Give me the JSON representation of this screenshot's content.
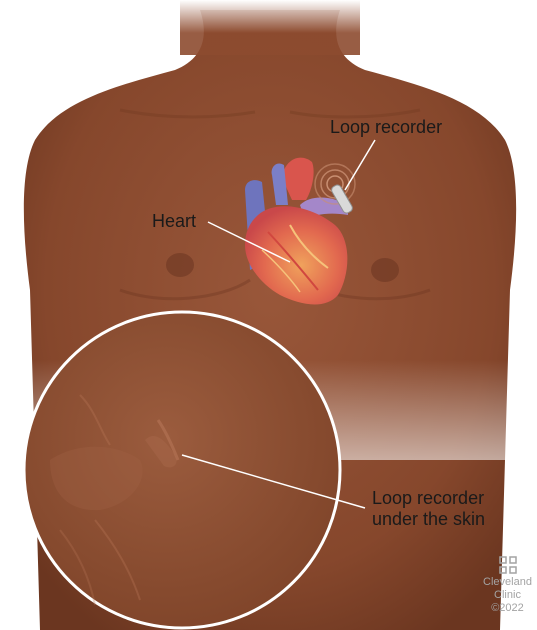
{
  "labels": {
    "loop_recorder": "Loop recorder",
    "heart": "Heart",
    "under_skin_line1": "Loop recorder",
    "under_skin_line2": "under the skin"
  },
  "logo": {
    "line1": "Cleveland",
    "line2": "Clinic",
    "copyright": "©2022"
  },
  "colors": {
    "skin": "#8a4a2e",
    "skin_dark": "#6e3822",
    "inset_skin": "#93563a",
    "leader_line": "#ffffff",
    "heart_main": "#e06a55",
    "heart_vessel_blue": "#7b7fc7",
    "heart_vessel_purple": "#a487c9"
  }
}
